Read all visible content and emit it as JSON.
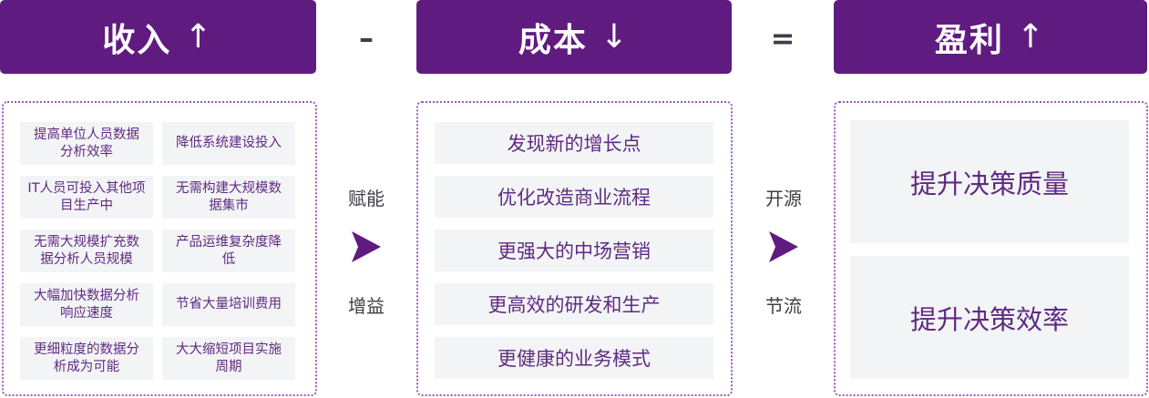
{
  "headers": {
    "revenue": {
      "label": "收入",
      "arrow": "↑"
    },
    "cost": {
      "label": "成本",
      "arrow": "↓"
    },
    "profit": {
      "label": "盈利",
      "arrow": "↑"
    }
  },
  "operators": {
    "minus": "–",
    "equals": "="
  },
  "revenue_items": [
    "提高单位人员数据分析效率",
    "降低系统建设投入",
    "IT人员可投入其他项目生产中",
    "无需构建大规模数据集市",
    "无需大规模扩充数据分析人员规模",
    "产品运维复杂度降低",
    "大幅加快数据分析响应速度",
    "节省大量培训费用",
    "更细粒度的数据分析成为可能",
    "大大缩短项目实施周期"
  ],
  "connector_left": {
    "top": "赋能",
    "bottom": "增益",
    "icon": "chevron-right-icon"
  },
  "cost_items": [
    "发现新的增长点",
    "优化改造商业流程",
    "更强大的中场营销",
    "更高效的研发和生产",
    "更健康的业务模式"
  ],
  "connector_right": {
    "top": "开源",
    "bottom": "节流",
    "icon": "chevron-right-icon"
  },
  "profit_items": [
    "提升决策质量",
    "提升决策效率"
  ],
  "colors": {
    "brand": "#5f1b80",
    "cell_bg": "#f3f4f6",
    "cell_text": "#5f2a82",
    "border": "#9a5cb4"
  }
}
